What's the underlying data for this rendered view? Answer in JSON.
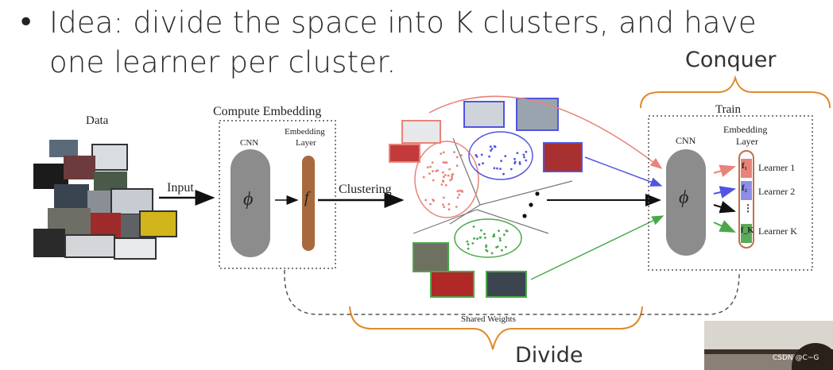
{
  "slide": {
    "bullet_text": "Idea: divide the space into K clusters, and have one learner per cluster.",
    "conquer_label": "Conquer",
    "divide_label": "Divide"
  },
  "figure": {
    "data_label": "Data",
    "input_label": "Input",
    "compute_embedding_label": "Compute  Embedding",
    "cnn_label": "CNN",
    "phi_symbol": "ϕ",
    "embedding_layer_label_1": "Embedding",
    "embedding_layer_label_2": "Layer",
    "f_symbol": "f",
    "clustering_label": "Clustering",
    "train_label": "Train",
    "shared_weights_label": "Shared Weights",
    "learners": [
      {
        "symbol": "f₁",
        "label": "Learner  1",
        "color": "#e8837a"
      },
      {
        "symbol": "f₂",
        "label": "Learner  2",
        "color": "#8c8ee8"
      },
      {
        "symbol": "⋮",
        "label": "",
        "color": "#ffffff"
      },
      {
        "symbol": "f_K",
        "label": "Learner  K",
        "color": "#5aaa5a"
      }
    ],
    "colors": {
      "red": "#e8837a",
      "blue": "#4f55e0",
      "green": "#4aa84a",
      "orange": "#e08a2a",
      "brown": "#a86a3d",
      "grey": "#8c8c8c"
    }
  },
  "webcam": {
    "watermark": "CSDN @C~G"
  }
}
